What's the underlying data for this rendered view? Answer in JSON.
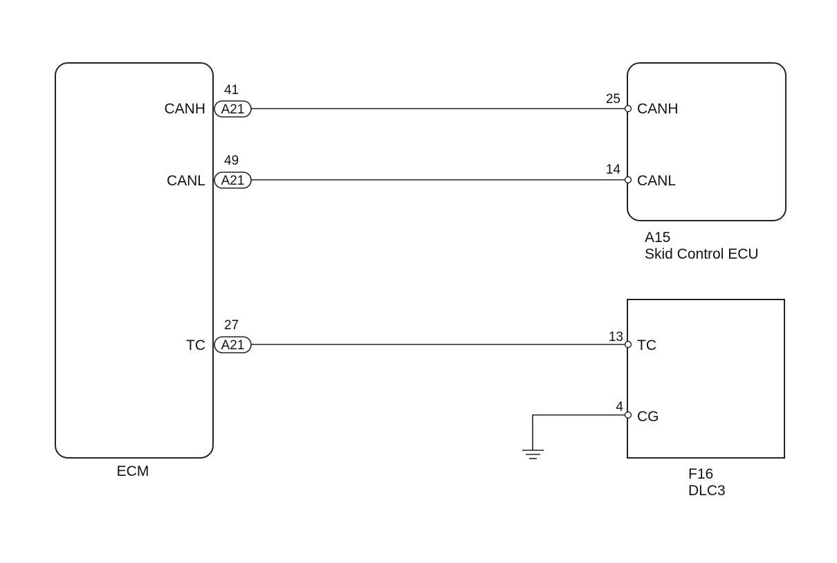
{
  "ecm": {
    "name": "ECM",
    "pins": [
      {
        "signal": "CANH",
        "connector": "A21",
        "pin_number": "41"
      },
      {
        "signal": "CANL",
        "connector": "A21",
        "pin_number": "49"
      },
      {
        "signal": "TC",
        "connector": "A21",
        "pin_number": "27"
      }
    ]
  },
  "skid_control_ecu": {
    "connector_id": "A15",
    "name": "Skid Control ECU",
    "pins": [
      {
        "signal": "CANH",
        "pin_number": "25"
      },
      {
        "signal": "CANL",
        "pin_number": "14"
      }
    ]
  },
  "dlc3": {
    "connector_id": "F16",
    "name": "DLC3",
    "pins": [
      {
        "signal": "TC",
        "pin_number": "13"
      },
      {
        "signal": "CG",
        "pin_number": "4"
      }
    ]
  },
  "ground": {
    "icon": "ground-icon"
  }
}
